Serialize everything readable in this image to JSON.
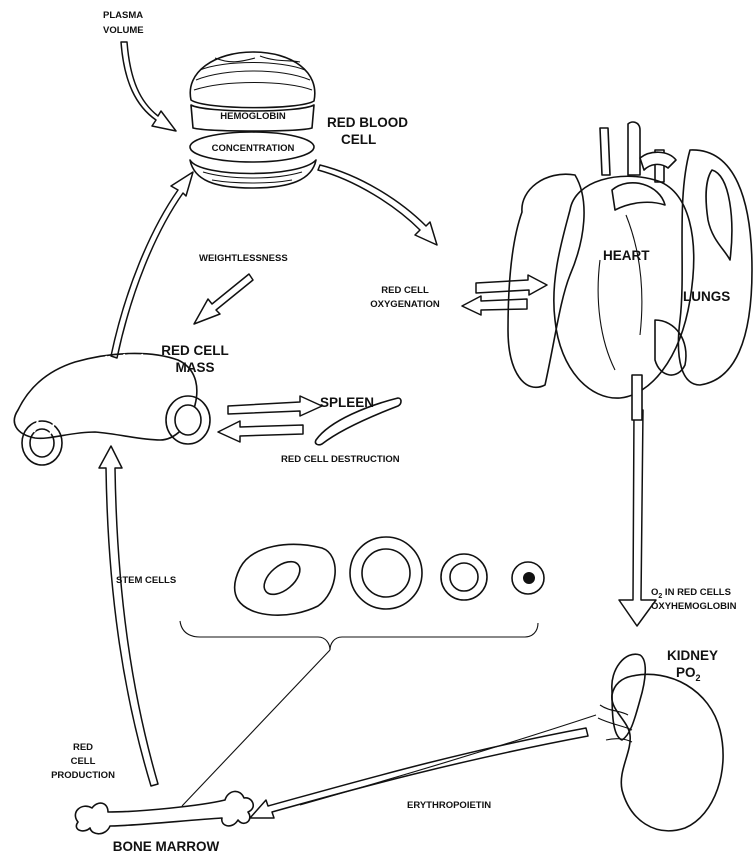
{
  "labels": {
    "plasma_volume_1": "PLASMA",
    "plasma_volume_2": "VOLUME",
    "hemoglobin": "HEMOGLOBIN",
    "concentration": "CONCENTRATION",
    "red_blood_cell_1": "RED BLOOD",
    "red_blood_cell_2": "CELL",
    "weightlessness": "WEIGHTLESSNESS",
    "red_cell_oxygenation_1": "RED CELL",
    "red_cell_oxygenation_2": "OXYGENATION",
    "heart": "HEART",
    "lungs": "LUNGS",
    "red_cell_mass_1": "RED CELL",
    "red_cell_mass_2": "MASS",
    "spleen": "SPLEEN",
    "red_cell_destruction": "RED CELL DESTRUCTION",
    "stem_cells": "STEM CELLS",
    "o2_red_cells_pre": "O",
    "o2_red_cells_sub": "2",
    "o2_red_cells_post": " IN RED CELLS",
    "oxyhemoglobin": "OXYHEMOGLOBIN",
    "kidney": "KIDNEY",
    "po2_main": "PO",
    "po2_sub": "2",
    "red_cell_production_1": "RED",
    "red_cell_production_2": "CELL",
    "red_cell_production_3": "PRODUCTION",
    "erythropoietin": "ERYTHROPOIETIN",
    "bone_marrow": "BONE MARROW"
  },
  "icons": [
    "red-blood-cell-icon",
    "heart-lungs-icon",
    "red-cell-stack-icon",
    "spleen-icon",
    "stem-cell-icon",
    "kidney-icon",
    "bone-icon"
  ]
}
